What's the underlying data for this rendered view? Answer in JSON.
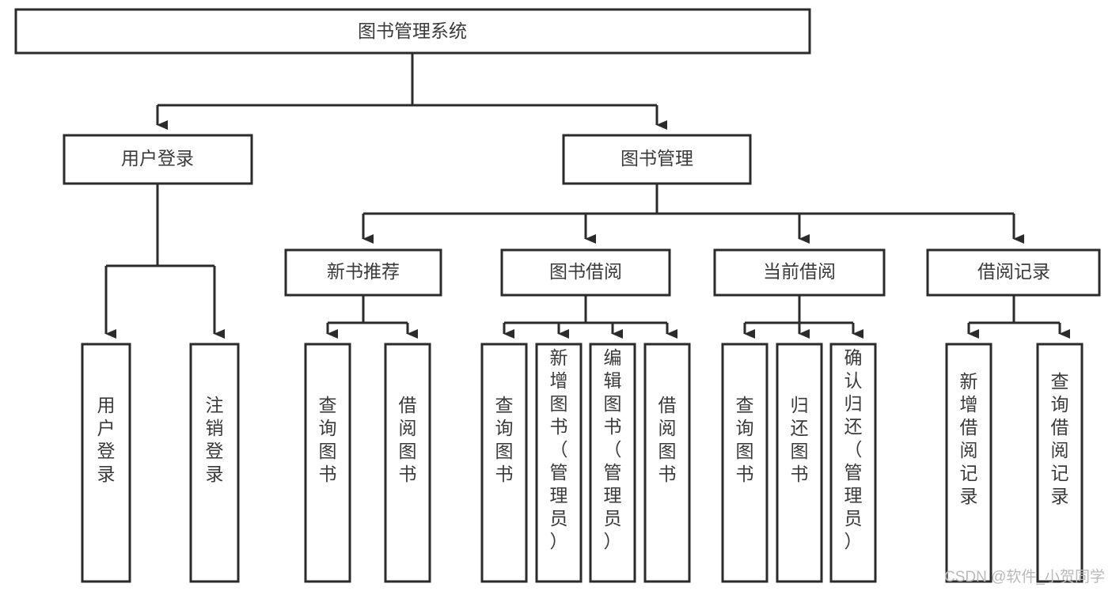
{
  "diagram": {
    "title": "图书管理系统",
    "type": "tree-hierarchy-chart",
    "root": {
      "id": "root",
      "label": "图书管理系统"
    },
    "level2": [
      {
        "id": "user-login",
        "label": "用户登录"
      },
      {
        "id": "book-manage",
        "label": "图书管理"
      }
    ],
    "level3": [
      {
        "id": "new-book-recommend",
        "label": "新书推荐",
        "parent": "book-manage"
      },
      {
        "id": "book-borrow",
        "label": "图书借阅",
        "parent": "book-manage"
      },
      {
        "id": "current-borrow",
        "label": "当前借阅",
        "parent": "book-manage"
      },
      {
        "id": "borrow-record",
        "label": "借阅记录",
        "parent": "book-manage"
      }
    ],
    "leaves": {
      "user-login": [
        {
          "id": "leaf-user-login",
          "label": "用户登录"
        },
        {
          "id": "leaf-logout-login",
          "label": "注销登录"
        }
      ],
      "new-book-recommend": [
        {
          "id": "leaf-query-book-1",
          "label": "查询图书"
        },
        {
          "id": "leaf-borrow-book-1",
          "label": "借阅图书"
        }
      ],
      "book-borrow": [
        {
          "id": "leaf-query-book-2",
          "label": "查询图书"
        },
        {
          "id": "leaf-add-book",
          "label": "新增图书（管理员）"
        },
        {
          "id": "leaf-edit-book",
          "label": "编辑图书（管理员）"
        },
        {
          "id": "leaf-borrow-book-2",
          "label": "借阅图书"
        }
      ],
      "current-borrow": [
        {
          "id": "leaf-query-book-3",
          "label": "查询图书"
        },
        {
          "id": "leaf-return-book",
          "label": "归还图书"
        },
        {
          "id": "leaf-confirm-return",
          "label": "确认归还（管理员）"
        }
      ],
      "borrow-record": [
        {
          "id": "leaf-add-record",
          "label": "新增借阅记录"
        },
        {
          "id": "leaf-query-record",
          "label": "查询借阅记录"
        }
      ]
    },
    "colors": {
      "stroke": "#2b2b2b",
      "fill": "#ffffff",
      "text": "#3a3a3a",
      "watermark": "#b9b9b9"
    }
  },
  "watermark": {
    "text": "CSDN @软件_小贺同学"
  }
}
